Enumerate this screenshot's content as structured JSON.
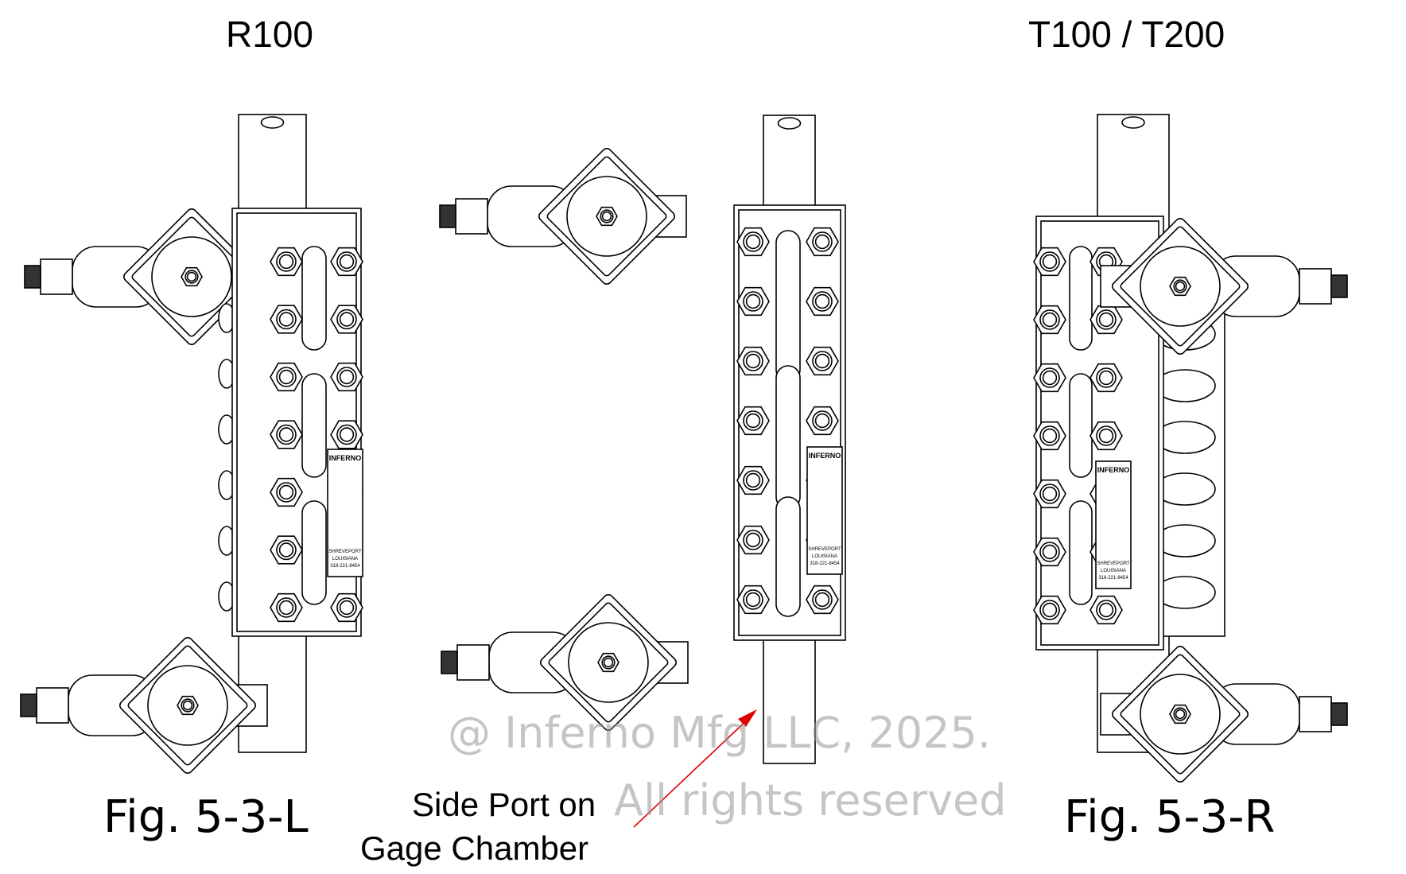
{
  "titles": {
    "left_model": "R100",
    "right_model": "T100 / T200"
  },
  "figures": {
    "left_caption": "Fig. 5-3-L",
    "right_caption": "Fig. 5-3-R"
  },
  "callout": {
    "line1": "Side Port on",
    "line2": "Gage Chamber",
    "arrow_color": "#e00000"
  },
  "nameplate": {
    "brand": "INFERNO",
    "city": "SHREVEPORT",
    "state": "LOUISIANA",
    "phone": "318-221-8454"
  },
  "watermark": {
    "line1": "@ Inferno Mfg LLC, 2025.",
    "line2": "All rights reserved"
  },
  "views": [
    "left-side-view",
    "front-view",
    "right-side-view"
  ]
}
